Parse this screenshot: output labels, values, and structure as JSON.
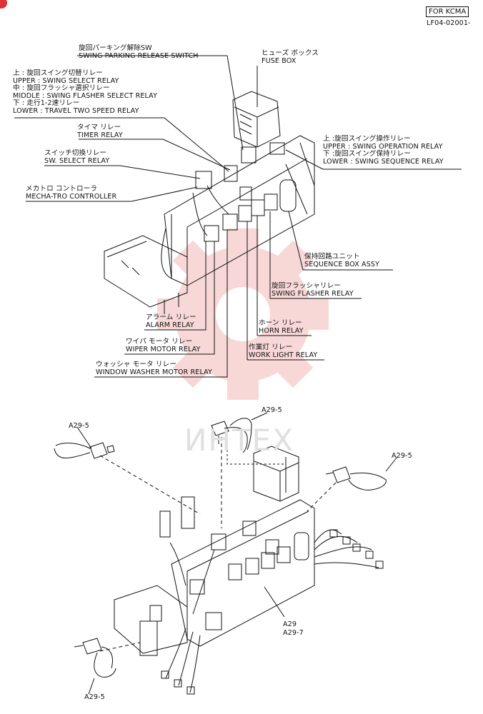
{
  "header": {
    "badge": "FOR KCMA",
    "code": "LF04-02001-"
  },
  "labels": {
    "swing_parking_jp": "旋回パーキング解除SW",
    "swing_parking_en": "SWING PARKING RELEASE SWITCH",
    "fuse_jp": "ヒューズ ボックス",
    "fuse_en": "FUSE BOX",
    "left_group": [
      "上    : 旋回スイング切替リレー",
      "UPPER : SWING SELECT RELAY",
      "中    : 旋回フラッシャ選択リレー",
      "MIDDLE : SWING FLASHER SELECT RELAY",
      "下    : 走行1-2速リレー",
      "LOWER : TRAVEL TWO SPEED RELAY"
    ],
    "timer_jp": "タイマ  リレー",
    "timer_en": "TIMER RELAY",
    "sw_select_jp": "スイッチ切換リレー",
    "sw_select_en": "SW. SELECT RELAY",
    "mecha_jp": "メカトロ  コントローラ",
    "mecha_en": "MECHA-TRO CONTROLLER",
    "right_group": [
      "上    :旋回スイング操作リレー",
      "UPPER : SWING OPERATION RELAY",
      "下    :旋回スイング保持リレー",
      "LOWER : SWING SEQUENCE RELAY"
    ],
    "sequence_jp": "保持回路ユニット",
    "sequence_en": "SEQUENCE BOX ASSY",
    "swing_flasher_jp": "旋回フラッシャリレー",
    "swing_flasher_en": "SWING FLASHER RELAY",
    "alarm_jp": "アラーム リレー",
    "alarm_en": "ALARM RELAY",
    "horn_jp": "ホーン リレー",
    "horn_en": "HORN RELAY",
    "wiper_jp": "ワイパ モータ リレー",
    "wiper_en": "WIPER MOTOR RELAY",
    "worklight_jp": "作業灯 リレー",
    "worklight_en": "WORK LIGHT RELAY",
    "washer_jp": "ウォッシャ モータ リレー",
    "washer_en": "WINDOW WASHER MOTOR RELAY"
  },
  "parts": {
    "a29_5_top": "A29-5",
    "a29_5_left": "A29-5",
    "a29_5_right": "A29-5",
    "a29_5_bottom": "A29-5",
    "a29": "A29",
    "a29_7": "A29-7"
  },
  "watermark": "ИНТЕХ",
  "colors": {
    "line": "#111111",
    "watermark_red": "#f2a9a9"
  }
}
